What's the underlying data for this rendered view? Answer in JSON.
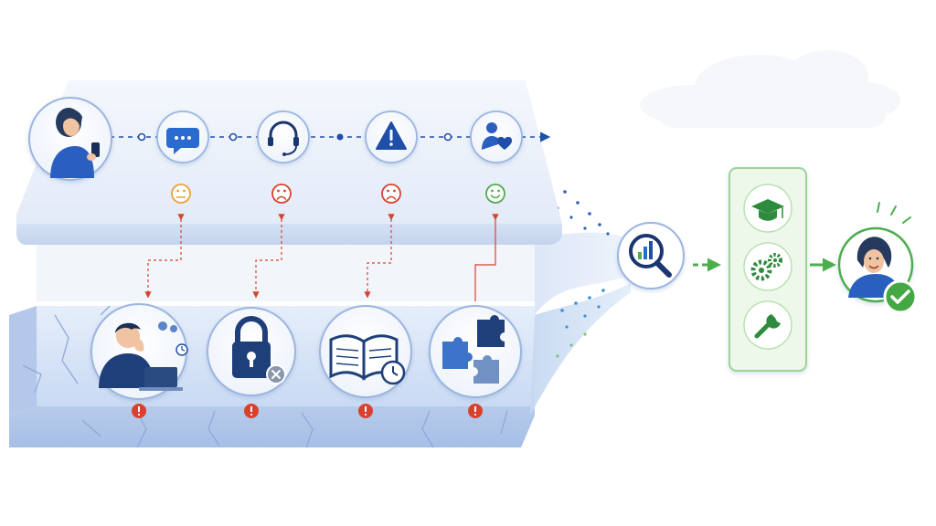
{
  "colors": {
    "primary_blue": "#1f4fa8",
    "mid_blue": "#3b6fd0",
    "platform_fill": "#e9f0fb",
    "broken_layer_fill": "#dbe7f8",
    "negative_red": "#d9412f",
    "neutral_orange": "#e8a23a",
    "positive_green": "#4cae4c"
  },
  "journey_steps": [
    {
      "name": "customer-with-phone",
      "icon": "person-phone-icon"
    },
    {
      "name": "chat-message",
      "icon": "chat-bubble-icon",
      "sentiment": "neutral",
      "sentiment_icon": "neutral-face-icon"
    },
    {
      "name": "support-call",
      "icon": "headset-icon",
      "sentiment": "negative",
      "sentiment_icon": "frowning-face-icon"
    },
    {
      "name": "issue-alert",
      "icon": "warning-triangle-icon",
      "sentiment": "negative",
      "sentiment_icon": "frowning-face-icon"
    },
    {
      "name": "customer-care",
      "icon": "person-heart-icon",
      "sentiment": "positive",
      "sentiment_icon": "smiling-face-icon"
    }
  ],
  "root_causes": [
    {
      "name": "overwhelmed-agent",
      "icon": "stressed-agent-icon",
      "flag": "alert-icon"
    },
    {
      "name": "locked-access",
      "icon": "padlock-x-icon",
      "flag": "alert-icon"
    },
    {
      "name": "slow-documentation",
      "icon": "book-clock-icon",
      "flag": "alert-icon"
    },
    {
      "name": "fragmented-process",
      "icon": "puzzle-pieces-icon",
      "flag": "alert-icon"
    }
  ],
  "analysis": {
    "icon": "magnifier-chart-icon"
  },
  "solutions": [
    {
      "name": "training",
      "icon": "graduation-cap-icon"
    },
    {
      "name": "process-automation",
      "icon": "gears-icon"
    },
    {
      "name": "tooling-fix",
      "icon": "wrench-icon"
    }
  ],
  "outcome": {
    "icon": "happy-customer-icon",
    "badge": "check-badge-icon"
  }
}
